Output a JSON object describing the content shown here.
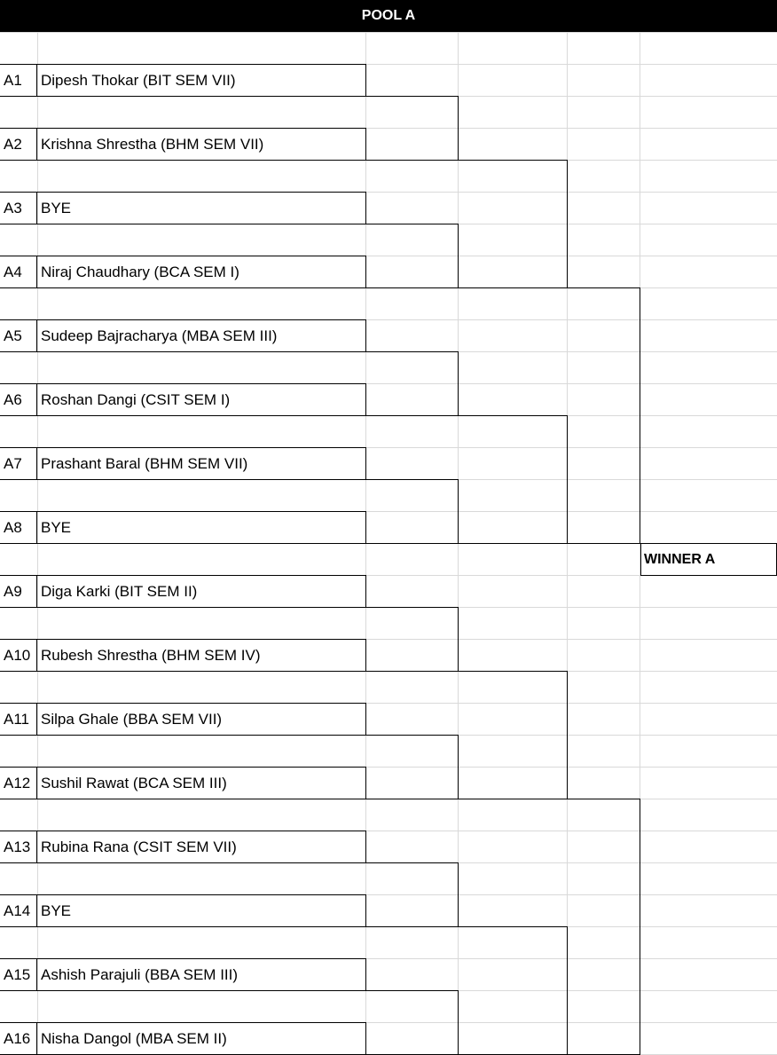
{
  "pool": {
    "title": "POOL A",
    "winner_label": "WINNER A"
  },
  "entries": [
    {
      "code": "A1",
      "name": "Dipesh Thokar (BIT SEM VII)"
    },
    {
      "code": "A2",
      "name": "Krishna Shrestha (BHM SEM VII)"
    },
    {
      "code": "A3",
      "name": "BYE"
    },
    {
      "code": "A4",
      "name": "Niraj Chaudhary (BCA SEM I)"
    },
    {
      "code": "A5",
      "name": "Sudeep Bajracharya (MBA SEM III)"
    },
    {
      "code": "A6",
      "name": "Roshan Dangi (CSIT SEM I)"
    },
    {
      "code": "A7",
      "name": "Prashant Baral (BHM SEM VII)"
    },
    {
      "code": "A8",
      "name": "BYE"
    },
    {
      "code": "A9",
      "name": "Diga Karki (BIT SEM II)"
    },
    {
      "code": "A10",
      "name": "Rubesh Shrestha (BHM SEM IV)"
    },
    {
      "code": "A11",
      "name": "Silpa Ghale (BBA SEM VII)"
    },
    {
      "code": "A12",
      "name": "Sushil Rawat (BCA SEM III)"
    },
    {
      "code": "A13",
      "name": "Rubina Rana (CSIT SEM VII)"
    },
    {
      "code": "A14",
      "name": "BYE"
    },
    {
      "code": "A15",
      "name": "Ashish Parajuli (BBA SEM III)"
    },
    {
      "code": "A16",
      "name": "Nisha Dangol (MBA SEM II)"
    }
  ]
}
